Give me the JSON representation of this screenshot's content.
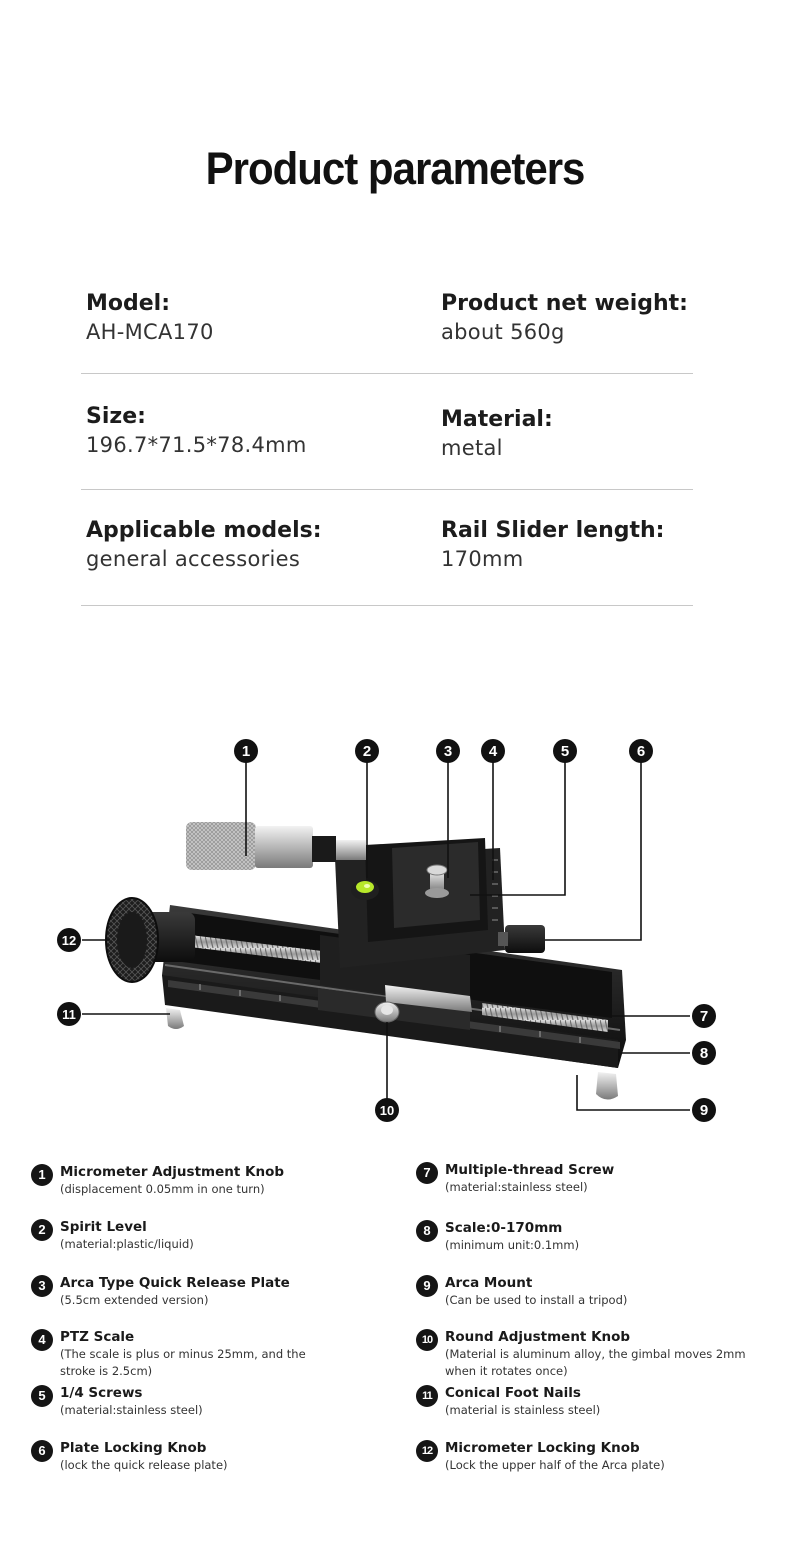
{
  "title": "Product parameters",
  "params": [
    {
      "label": "Model:",
      "value": "AH-MCA170"
    },
    {
      "label": "Product net weight:",
      "value": "about 560g"
    },
    {
      "label": "Size:",
      "value": "196.7*71.5*78.4mm"
    },
    {
      "label": "Material:",
      "value": "metal"
    },
    {
      "label": "Applicable models:",
      "value": "general accessories"
    },
    {
      "label": "Rail Slider length:",
      "value": "170mm"
    }
  ],
  "callouts": [
    "1",
    "2",
    "3",
    "4",
    "5",
    "6",
    "7",
    "8",
    "9",
    "10",
    "11",
    "12"
  ],
  "legend": [
    {
      "num": "1",
      "title": "Micrometer Adjustment Knob",
      "desc": [
        "(displacement 0.05mm in one turn)"
      ]
    },
    {
      "num": "2",
      "title": "Spirit Level",
      "desc": [
        "(material:plastic/liquid)"
      ]
    },
    {
      "num": "3",
      "title": "Arca Type Quick Release Plate",
      "desc": [
        "(5.5cm extended version)"
      ]
    },
    {
      "num": "4",
      "title": "PTZ Scale",
      "desc": [
        "(The scale is plus or minus 25mm, and the",
        "stroke is 2.5cm)"
      ]
    },
    {
      "num": "5",
      "title": "1/4 Screws",
      "desc": [
        "(material:stainless steel)"
      ]
    },
    {
      "num": "6",
      "title": "Plate Locking Knob",
      "desc": [
        "(lock the quick release plate)"
      ]
    },
    {
      "num": "7",
      "title": "Multiple-thread Screw",
      "desc": [
        "(material:stainless steel)"
      ]
    },
    {
      "num": "8",
      "title": "Scale:0-170mm",
      "desc": [
        "(minimum unit:0.1mm)"
      ]
    },
    {
      "num": "9",
      "title": "Arca Mount",
      "desc": [
        "(Can be used to install a tripod)"
      ]
    },
    {
      "num": "10",
      "title": "Round Adjustment Knob",
      "desc": [
        "(Material is aluminum alloy, the gimbal moves 2mm",
        "when it rotates once)"
      ]
    },
    {
      "num": "11",
      "title": "Conical Foot Nails",
      "desc": [
        "(material is stainless steel)"
      ]
    },
    {
      "num": "12",
      "title": "Micrometer Locking Knob",
      "desc": [
        "(Lock the upper half of the Arca plate)"
      ]
    }
  ]
}
